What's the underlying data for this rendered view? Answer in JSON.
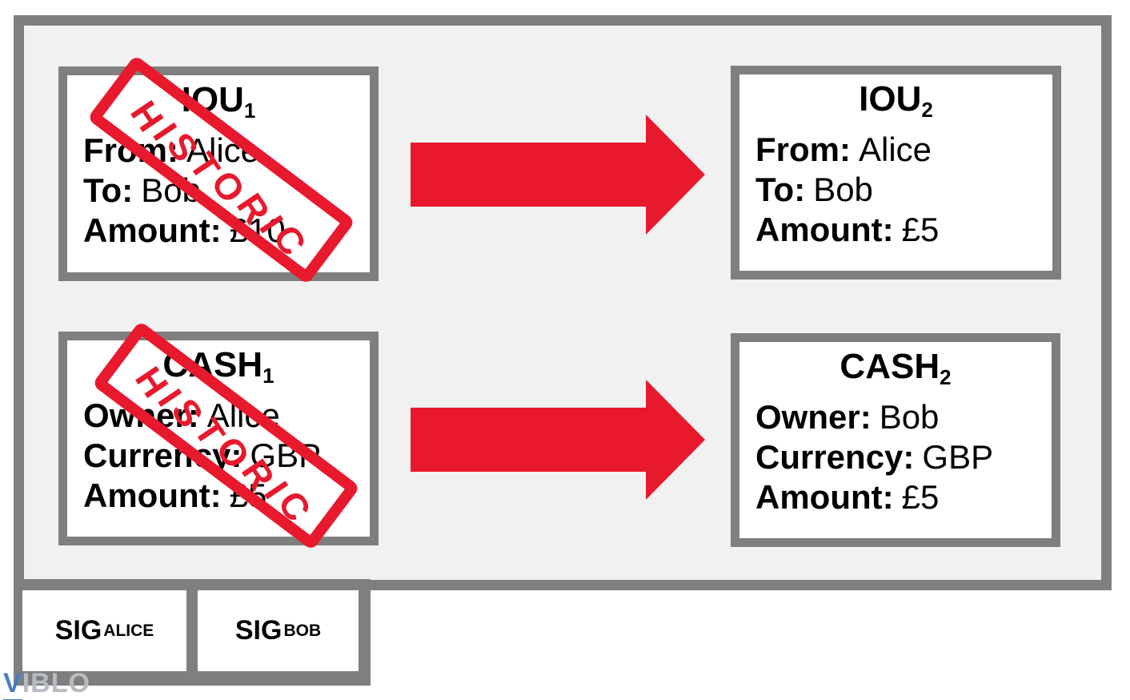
{
  "boxes": {
    "iou1": {
      "title": "IOU",
      "title_sub": "1",
      "rows": [
        {
          "label": "From:",
          "value": "Alice"
        },
        {
          "label": "To:",
          "value": "Bob"
        },
        {
          "label": "Amount:",
          "value": "£10"
        }
      ],
      "stamp": "HISTORIC"
    },
    "iou2": {
      "title": "IOU",
      "title_sub": "2",
      "rows": [
        {
          "label": "From:",
          "value": "Alice"
        },
        {
          "label": "To:",
          "value": "Bob"
        },
        {
          "label": "Amount:",
          "value": "£5"
        }
      ]
    },
    "cash1": {
      "title": "CASH",
      "title_sub": "1",
      "rows": [
        {
          "label": "Owner:",
          "value": "Alice"
        },
        {
          "label": "Currency:",
          "value": "GBP"
        },
        {
          "label": "Amount:",
          "value": "£5"
        }
      ],
      "stamp": "HISTORIC"
    },
    "cash2": {
      "title": "CASH",
      "title_sub": "2",
      "rows": [
        {
          "label": "Owner:",
          "value": "Bob"
        },
        {
          "label": "Currency:",
          "value": "GBP"
        },
        {
          "label": "Amount:",
          "value": "£5"
        }
      ]
    }
  },
  "signatures": [
    {
      "prefix": "SIG",
      "sub": "ALICE"
    },
    {
      "prefix": "SIG",
      "sub": "BOB"
    }
  ],
  "watermark": {
    "v": "V",
    "rest": "IBLO"
  },
  "colors": {
    "stamp_red": "#e8192d",
    "arrow_red": "#e8192d",
    "border_gray": "#7f7f7f",
    "panel_fill": "#f1f1f1",
    "watermark_blue": "#4a7dbf",
    "watermark_gray": "#b7bcc3"
  }
}
